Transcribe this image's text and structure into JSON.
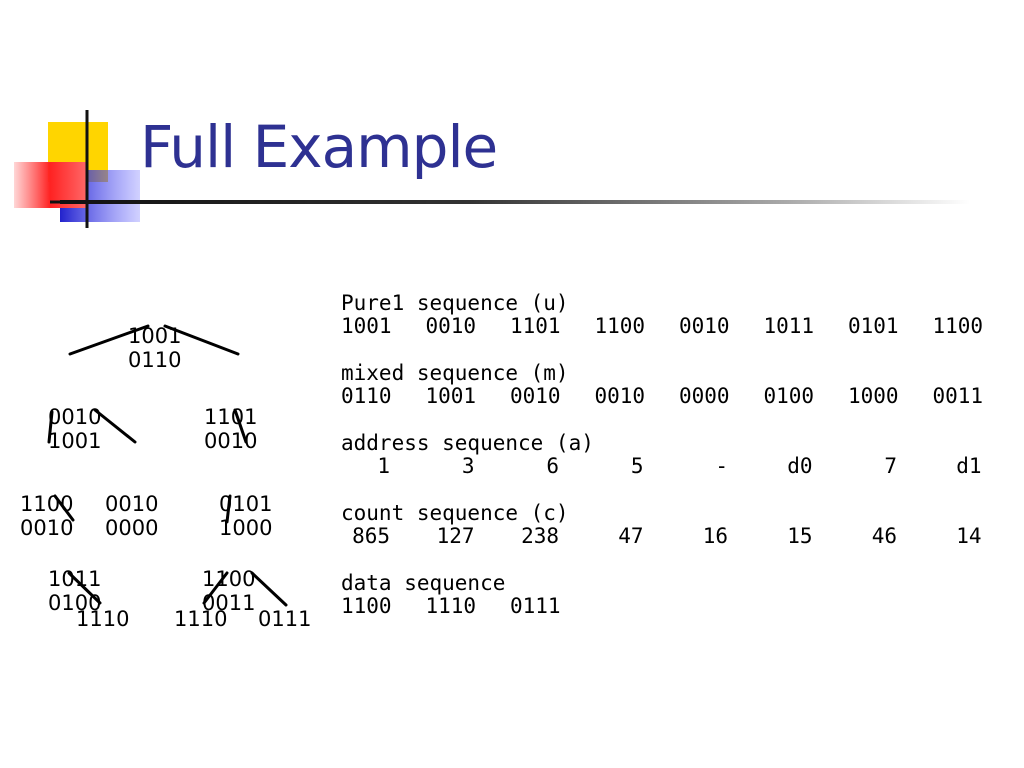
{
  "title": "Full Example",
  "tree": {
    "root": [
      "1001",
      "0110"
    ],
    "level1_left": [
      "0010",
      "1001"
    ],
    "level1_right": [
      "1101",
      "0010"
    ],
    "level2_a": [
      "1100",
      "0010"
    ],
    "level2_b": [
      "0010",
      "0000"
    ],
    "level2_c": [
      "0101",
      "1000"
    ],
    "level3_left": [
      "1011",
      "0100"
    ],
    "level3_right": [
      "1100",
      "0011"
    ],
    "leaf_1": "1110",
    "leaf_2": "1110",
    "leaf_3": "0111"
  },
  "sequences": [
    {
      "label": "Pure1 sequence (u)",
      "align": "left",
      "values": [
        "1001",
        "0010",
        "1101",
        "1100",
        "0010",
        "1011",
        "0101",
        "1100"
      ]
    },
    {
      "label": "mixed sequence (m)",
      "align": "left",
      "values": [
        "0110",
        "1001",
        "0010",
        "0010",
        "0000",
        "0100",
        "1000",
        "0011"
      ]
    },
    {
      "label": "address sequence (a)",
      "align": "right",
      "values": [
        "1",
        "3",
        "6",
        "5",
        "-",
        "d0",
        "7",
        "d1"
      ]
    },
    {
      "label": "count sequence (c)",
      "align": "right",
      "values": [
        "865",
        "127",
        "238",
        "47",
        "16",
        "15",
        "46",
        "14"
      ]
    },
    {
      "label": "data sequence",
      "align": "left",
      "values": [
        "1100",
        "1110",
        "0111"
      ]
    }
  ]
}
